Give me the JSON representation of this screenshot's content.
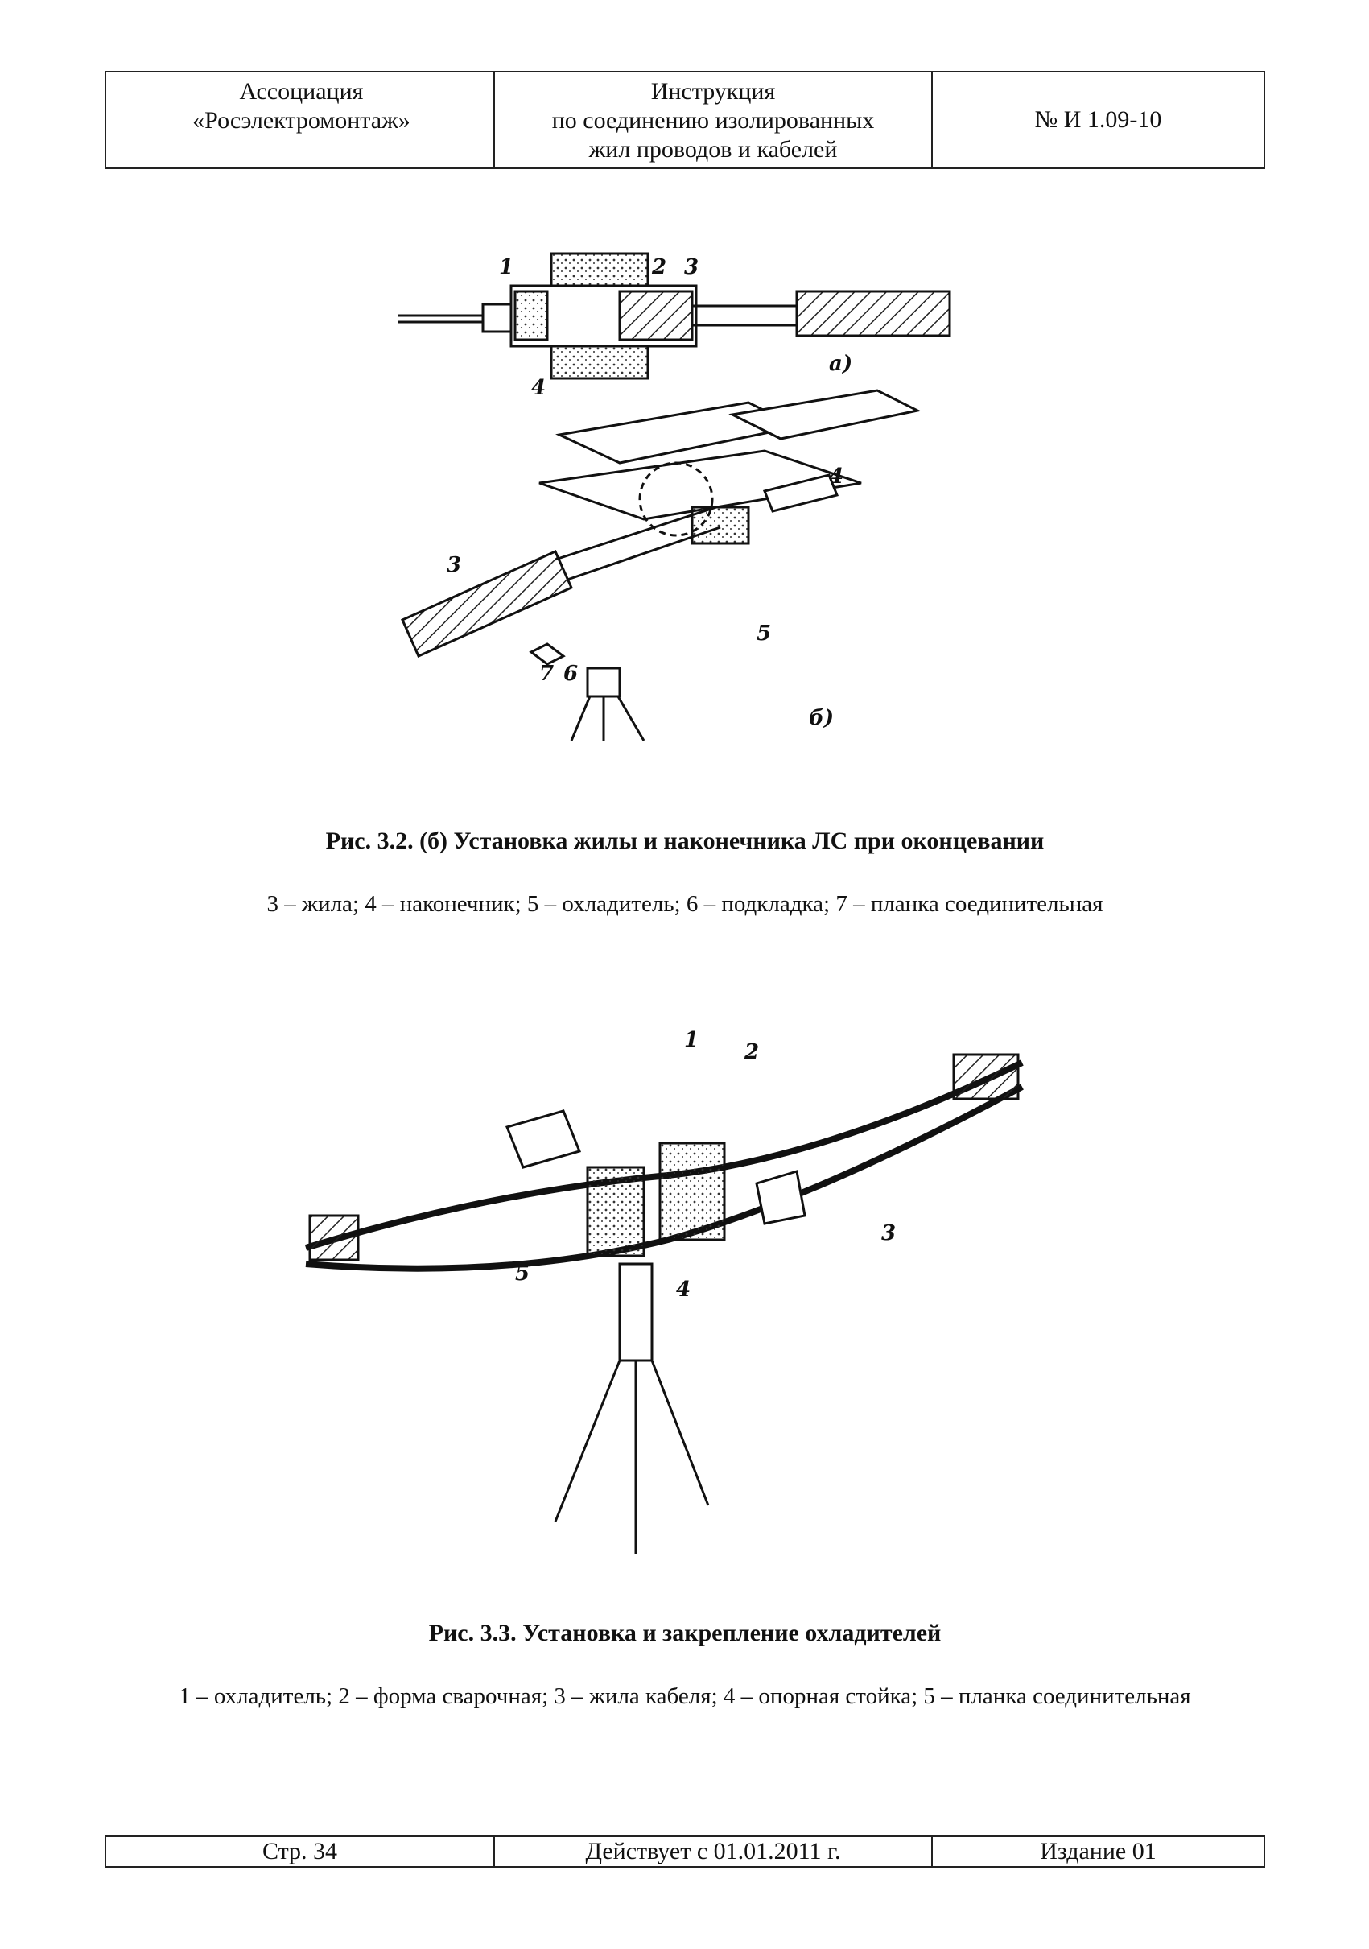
{
  "header": {
    "org_line1": "Ассоциация",
    "org_line2": "«Росэлектромонтаж»",
    "title_line1": "Инструкция",
    "title_line2": "по соединению изолированных",
    "title_line3": "жил проводов и кабелей",
    "doc_number": "№ И 1.09-10"
  },
  "figure1": {
    "labels_a": [
      "1",
      "2",
      "3",
      "4"
    ],
    "panel_a": "а)",
    "labels_b": [
      "3",
      "4",
      "5",
      "6",
      "7"
    ],
    "panel_b": "б)",
    "caption": "Рис. 3.2. (б) Установка жилы и наконечника ЛС при оконцевании",
    "legend": "3 – жила; 4 – наконечник; 5 – охладитель; 6 – подкладка; 7 – планка соединительная"
  },
  "figure2": {
    "labels": [
      "1",
      "2",
      "3",
      "4",
      "5"
    ],
    "caption": "Рис. 3.3.  Установка и закрепление охладителей",
    "legend": "1 – охладитель; 2 – форма сварочная; 3 – жила кабеля; 4 – опорная стойка; 5 – планка соединительная"
  },
  "footer": {
    "page": "Стр. 34",
    "effective": "Действует с 01.01.2011 г.",
    "edition": "Издание 01"
  }
}
